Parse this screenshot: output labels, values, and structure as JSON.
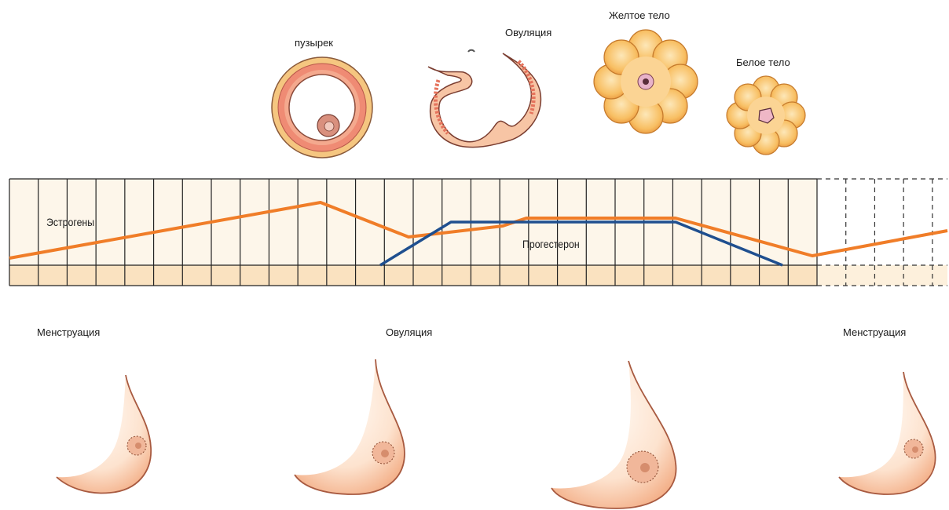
{
  "ovary_stages": {
    "follicle": "пузырек",
    "ovulation": "Овуляция",
    "corpus_luteum": "Желтое тело",
    "corpus_albicans": "Белое тело"
  },
  "chart_data": {
    "type": "line",
    "series": [
      {
        "name": "Эстрогены",
        "color": "#f07d28"
      },
      {
        "name": "Прогестерон",
        "color": "#1f4f8f"
      }
    ],
    "grid": true,
    "colors": {
      "grid_fill": "#fdf6ea",
      "baseline_band": "#fae2c0",
      "grid_line": "#222222"
    }
  },
  "breast_stages": {
    "menstruation_start": "Менструация",
    "ovulation": "Овуляция",
    "menstruation_end": "Менструация"
  }
}
